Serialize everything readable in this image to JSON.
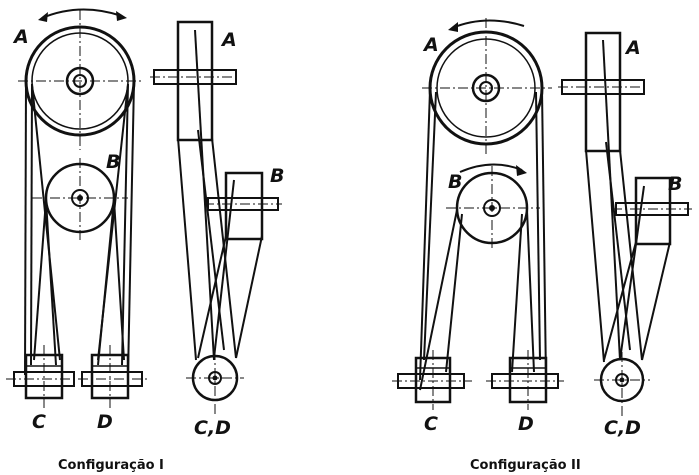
{
  "config1": {
    "caption": "Configuração I",
    "front": {
      "label_A": "A",
      "label_B": "B",
      "label_C": "C",
      "label_D": "D"
    },
    "side": {
      "label_A": "A",
      "label_B": "B",
      "label_CD": "C,D"
    }
  },
  "config2": {
    "caption": "Configuração II",
    "front": {
      "label_A": "A",
      "label_B": "B",
      "label_C": "C",
      "label_D": "D"
    },
    "side": {
      "label_A": "A",
      "label_B": "B",
      "label_CD": "C,D"
    }
  }
}
